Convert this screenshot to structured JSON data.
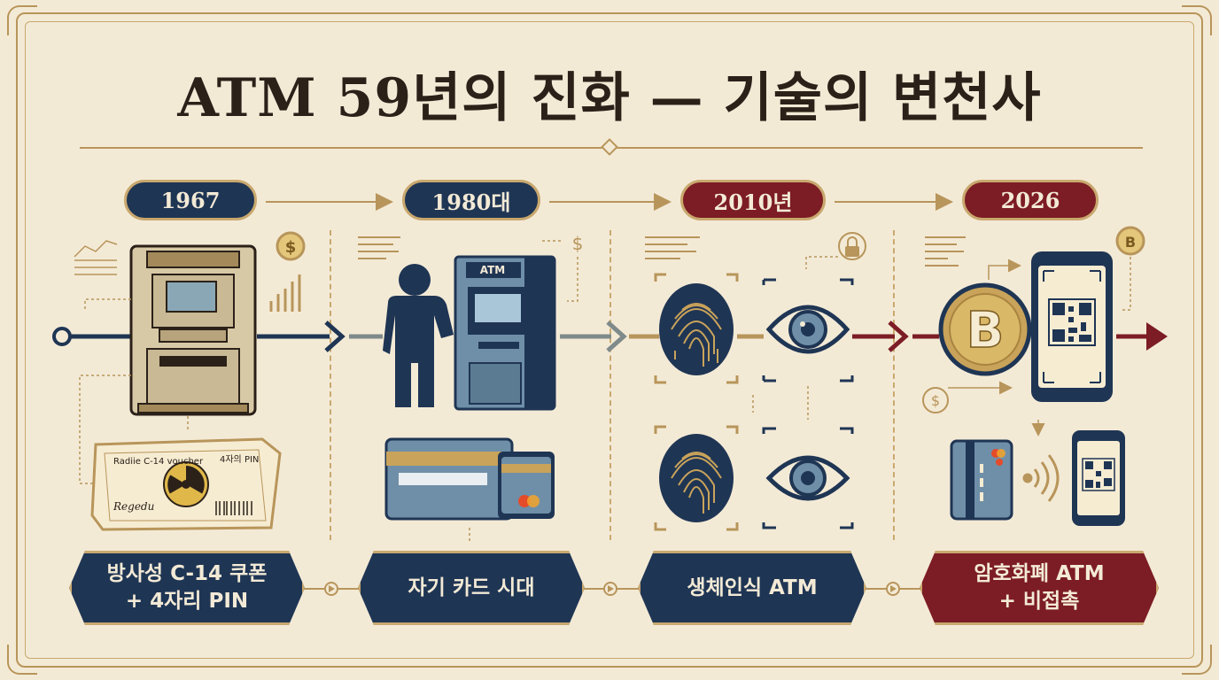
{
  "title": "ATM 59년의 진화 — 기술의 변천사",
  "eras": [
    {
      "year": "1967",
      "label_line1": "방사성 C-14 쿠폰",
      "label_line2": "+ 4자리 PIN",
      "voucher": {
        "text_left": "Radiie C-14 voucher",
        "text_right": "4자의 PIN",
        "signature": "Regedu"
      }
    },
    {
      "year": "1980대",
      "label_line1": "자기 카드 시대",
      "atm_sign": "ATM"
    },
    {
      "year": "2010년",
      "label_line1": "생체인식 ATM"
    },
    {
      "year": "2026",
      "label_line1": "암호화폐 ATM",
      "label_line2": "+ 비접촉"
    }
  ],
  "icons": [
    "dollar-coin-icon",
    "atm-machine-icon",
    "radiation-voucher-icon",
    "person-icon",
    "magnetic-card-icon",
    "fingerprint-icon",
    "eye-scan-icon",
    "lock-icon",
    "bitcoin-icon",
    "smartphone-qr-icon",
    "contactless-icon"
  ],
  "colors": {
    "background": "#f3ead6",
    "navy": "#1f3554",
    "red": "#7c1c24",
    "gold": "#b8955a"
  }
}
